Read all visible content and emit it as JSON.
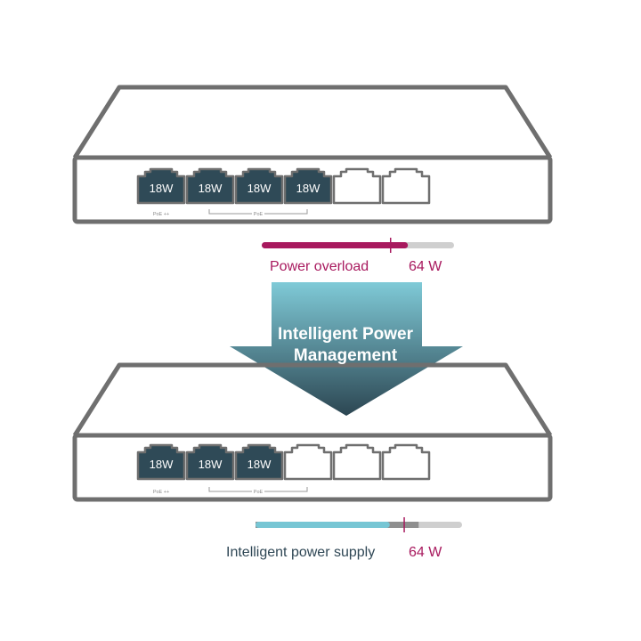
{
  "colors": {
    "outline": "#6f6f6f",
    "port_fill": "#2f4a57",
    "overload_accent": "#a8195e",
    "supply_accent": "#77c6d4",
    "bar_track": "#cfcfcf",
    "arrow_top": "#7fcad7",
    "arrow_bottom": "#2c4652"
  },
  "top_switch": {
    "ports": [
      {
        "label": "18W",
        "powered": true
      },
      {
        "label": "18W",
        "powered": true
      },
      {
        "label": "18W",
        "powered": true
      },
      {
        "label": "18W",
        "powered": true
      },
      {
        "label": "",
        "powered": false
      },
      {
        "label": "",
        "powered": false
      }
    ],
    "poe_plus_label": "PoE ++",
    "poe_label": "PoE"
  },
  "overload": {
    "label": "Power overload",
    "value": "64 W",
    "demand_fraction": 0.76,
    "budget_marker_fraction": 0.67
  },
  "arrow": {
    "line1": "Intelligent Power",
    "line2": "Management",
    "icon": "down-arrow"
  },
  "bottom_switch": {
    "ports": [
      {
        "label": "18W",
        "powered": true
      },
      {
        "label": "18W",
        "powered": true
      },
      {
        "label": "18W",
        "powered": true
      },
      {
        "label": "",
        "powered": false
      },
      {
        "label": "",
        "powered": false
      },
      {
        "label": "",
        "powered": false
      }
    ],
    "poe_plus_label": "PoE ++",
    "poe_label": "PoE"
  },
  "supply": {
    "label": "Intelligent power supply",
    "value": "64 W",
    "supplied_fraction": 0.65,
    "reserve_fraction": 0.79,
    "budget_marker_fraction": 0.72
  }
}
